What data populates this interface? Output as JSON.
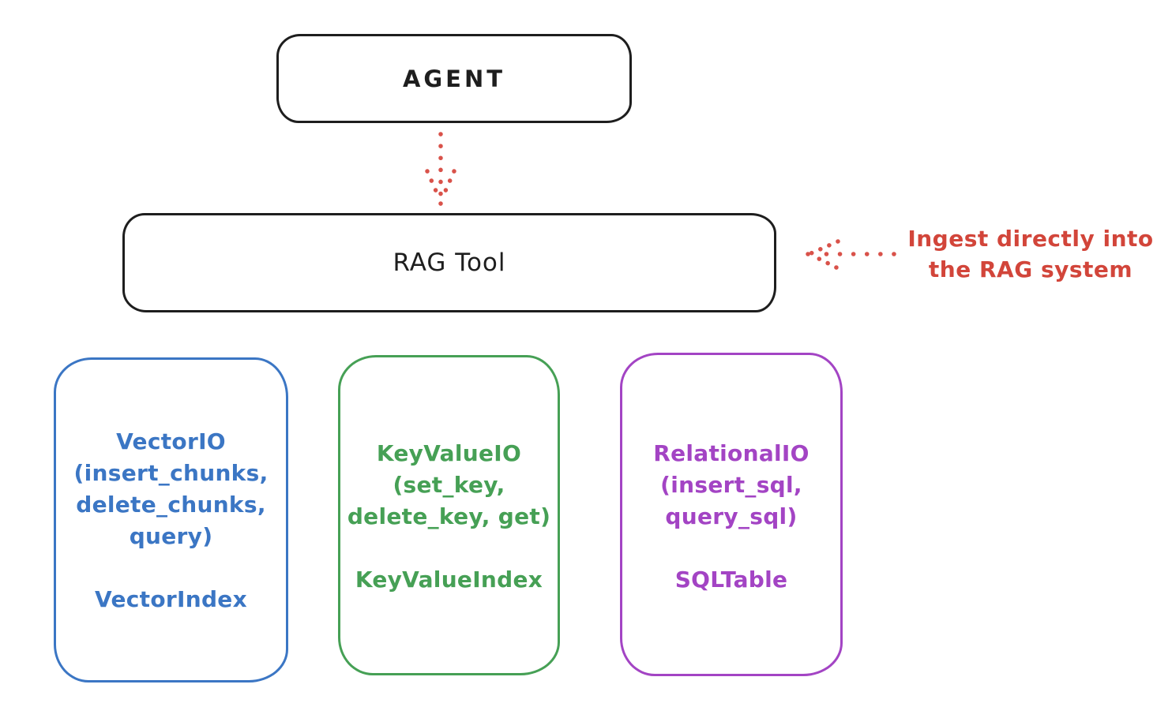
{
  "diagram": {
    "agent": {
      "label": "AGENT"
    },
    "rag_tool": {
      "label": "RAG Tool"
    },
    "annotation": {
      "line1": "Ingest directly into",
      "line2": "the RAG system"
    },
    "io_boxes": [
      {
        "id": "vector-io",
        "lines": [
          "VectorIO",
          "(insert_chunks,",
          "delete_chunks,",
          "query)"
        ],
        "index_label": "VectorIndex",
        "color": "#3b76c4"
      },
      {
        "id": "keyvalue-io",
        "lines": [
          "KeyValueIO",
          "(set_key,",
          "delete_key, get)"
        ],
        "index_label": "KeyValueIndex",
        "color": "#46a055"
      },
      {
        "id": "relational-io",
        "lines": [
          "RelationalIO",
          "(insert_sql,",
          "query_sql)"
        ],
        "index_label": "SQLTable",
        "color": "#a344c4"
      }
    ],
    "colors": {
      "ink": "#1e1e1e",
      "accent_red": "#d2453a",
      "vector_blue": "#3b76c4",
      "keyvalue_green": "#46a055",
      "relational_purple": "#a344c4",
      "background": "#ffffff"
    }
  }
}
